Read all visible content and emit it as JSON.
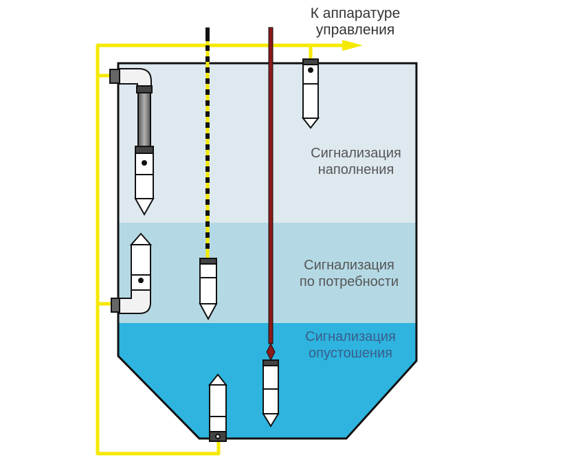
{
  "header": {
    "line1": "К аппаратуре",
    "line2": "управления"
  },
  "zones": {
    "fill": {
      "line1": "Сигнализация",
      "line2": "наполнения",
      "text_color": "#555555"
    },
    "demand": {
      "line1": "Сигнализация",
      "line2": "по потребности",
      "text_color": "#555555"
    },
    "empty": {
      "line1": "Сигнализация",
      "line2": "опустошения",
      "text_color": "#3a5d8c"
    }
  },
  "colors": {
    "tank_top": "#dde9ef",
    "tank_middle": "#b4d9e5",
    "tank_bottom": "#2eb4de",
    "cable": "#f5e900",
    "outline": "#111111",
    "rod": "#8b1a1a"
  }
}
